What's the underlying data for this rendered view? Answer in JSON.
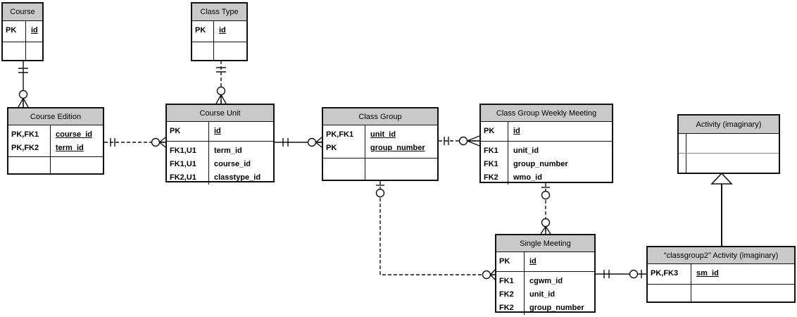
{
  "diagram": {
    "kind": "entity-relationship-diagram",
    "notation": "crow's foot (Visio database notation)",
    "colors": {
      "header_bg": "#c9c9c9",
      "border": "#111111",
      "background": "#ffffff",
      "text": "#000000"
    }
  },
  "entities": {
    "course": {
      "title": "Course",
      "key_rows": [
        {
          "key": "PK",
          "field": "id"
        }
      ]
    },
    "class_type": {
      "title": "Class Type",
      "key_rows": [
        {
          "key": "PK",
          "field": "id"
        }
      ]
    },
    "course_edition": {
      "title": "Course Edition",
      "key_rows": [
        {
          "key": "PK,FK1",
          "field": "course_id"
        },
        {
          "key": "PK,FK2",
          "field": "term_id"
        }
      ]
    },
    "course_unit": {
      "title": "Course Unit",
      "key_rows": [
        {
          "key": "PK",
          "field": "id"
        }
      ],
      "field_rows": [
        {
          "key": "FK1,U1",
          "field": "term_id"
        },
        {
          "key": "FK1,U1",
          "field": "course_id"
        },
        {
          "key": "FK2,U1",
          "field": "classtype_id"
        }
      ]
    },
    "class_group": {
      "title": "Class Group",
      "key_rows": [
        {
          "key": "PK,FK1",
          "field": "unit_id"
        },
        {
          "key": "PK",
          "field": "group_number"
        }
      ]
    },
    "cgwm": {
      "title": "Class Group Weekly Meeting",
      "key_rows": [
        {
          "key": "PK",
          "field": "id"
        }
      ],
      "field_rows": [
        {
          "key": "FK1",
          "field": "unit_id"
        },
        {
          "key": "FK1",
          "field": "group_number"
        },
        {
          "key": "FK2",
          "field": "wmo_id"
        }
      ]
    },
    "activity": {
      "title": "Activity (imaginary)"
    },
    "single_meeting": {
      "title": "Single Meeting",
      "key_rows": [
        {
          "key": "PK",
          "field": "id"
        }
      ],
      "field_rows": [
        {
          "key": "FK1",
          "field": "cgwm_id"
        },
        {
          "key": "FK2",
          "field": "unit_id"
        },
        {
          "key": "FK2",
          "field": "group_number"
        }
      ]
    },
    "cg2_activity": {
      "title": "\"classgroup2\" Activity (imaginary)",
      "key_rows": [
        {
          "key": "PK,FK3",
          "field": "sm_id"
        }
      ]
    }
  },
  "relationships": [
    {
      "from": "Course",
      "to": "Course Edition",
      "from_end": "exactly one",
      "to_end": "zero or many",
      "line": "solid"
    },
    {
      "from": "Class Type",
      "to": "Course Unit",
      "from_end": "exactly one",
      "to_end": "zero or many",
      "line": "dashed"
    },
    {
      "from": "Course Edition",
      "to": "Course Unit",
      "from_end": "exactly one",
      "to_end": "zero or many",
      "line": "dashed"
    },
    {
      "from": "Course Unit",
      "to": "Class Group",
      "from_end": "exactly one",
      "to_end": "zero or many",
      "line": "solid"
    },
    {
      "from": "Class Group",
      "to": "Class Group Weekly Meeting",
      "from_end": "exactly one",
      "to_end": "zero or many",
      "line": "dashed"
    },
    {
      "from": "Class Group Weekly Meeting",
      "to": "Single Meeting",
      "from_end": "zero or one",
      "to_end": "zero or many",
      "line": "dashed"
    },
    {
      "from": "Class Group",
      "to": "Single Meeting",
      "from_end": "zero or one",
      "to_end": "zero or many",
      "line": "dashed"
    },
    {
      "from": "Single Meeting",
      "to": "\"classgroup2\" Activity (imaginary)",
      "from_end": "exactly one",
      "to_end": "zero or one",
      "line": "solid"
    },
    {
      "from": "\"classgroup2\" Activity (imaginary)",
      "to": "Activity (imaginary)",
      "type": "generalization (is-a triangle)",
      "line": "solid"
    }
  ]
}
